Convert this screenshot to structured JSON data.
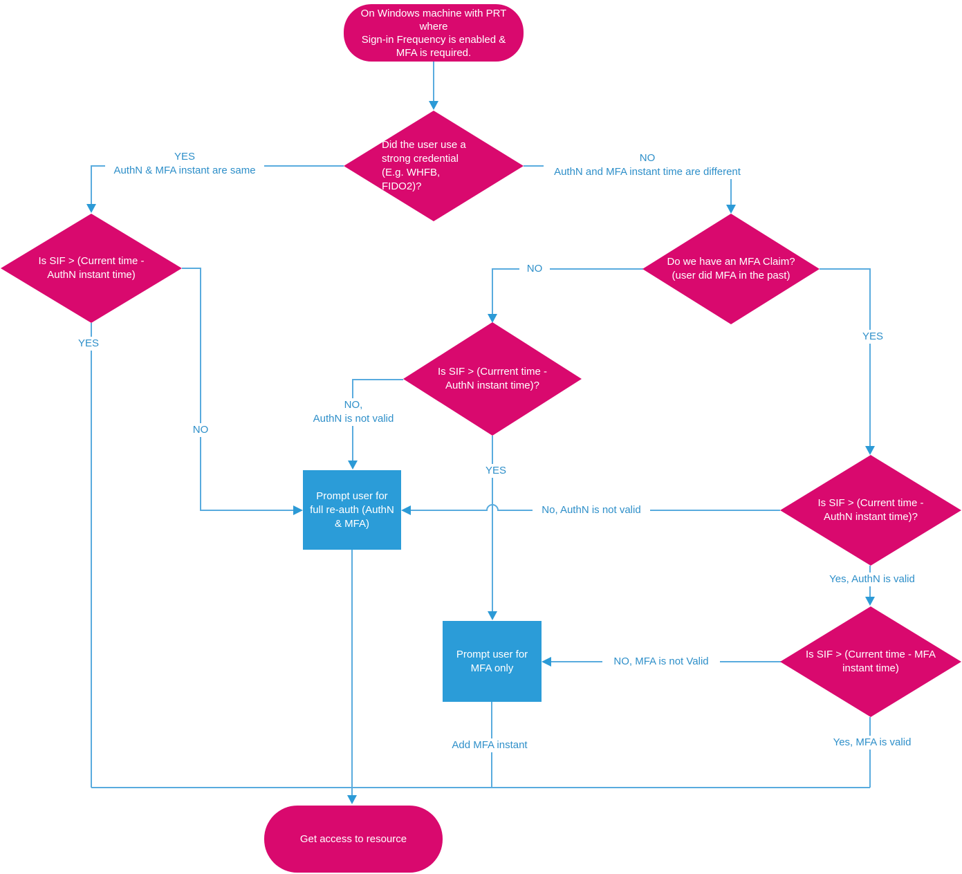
{
  "diagram_type": "flowchart",
  "colors": {
    "shape_pink": "#D9096E",
    "shape_blue": "#2B9CD8",
    "connector_blue": "#58ABDE",
    "arrow_blue": "#2C9AD6",
    "label_text_blue": "#2E8FC9",
    "shape_text": "#FFFFFF"
  },
  "nodes": {
    "start": {
      "text": "On Windows machine with PRT\nwhere\nSign-in Frequency is enabled &\nMFA is required."
    },
    "strong_credential": {
      "text": "Did the user use a\nstrong credential\n(E.g. WHFB,\nFIDO2)?"
    },
    "sif_authn_left": {
      "text": "Is SIF > (Current time -\nAuthN instant time)"
    },
    "mfa_claim": {
      "text": "Do we have an MFA Claim?\n(user did MFA in the past)"
    },
    "sif_authn_middle": {
      "text": "Is SIF > (Currrent time -\nAuthN instant time)?"
    },
    "full_reauth": {
      "text": "Prompt user for\nfull re-auth (AuthN\n& MFA)"
    },
    "sif_authn_right": {
      "text": "Is SIF > (Current time -\nAuthN instant time)?"
    },
    "sif_mfa": {
      "text": "Is SIF > (Current time - MFA\ninstant time)"
    },
    "mfa_only": {
      "text": "Prompt user for\nMFA only"
    },
    "end": {
      "text": "Get access to resource"
    }
  },
  "edge_labels": {
    "yes_same": "YES\nAuthN & MFA instant are same",
    "no_different": "NO\nAuthN and MFA instant time are different",
    "no_claim": "NO",
    "yes_claim": "YES",
    "no_authn_not_valid_mid": "NO,\nAuthN is not valid",
    "yes_mid": "YES",
    "no_left": "NO",
    "yes_left": "YES",
    "no_authn_not_valid_right": "No, AuthN is not valid",
    "yes_authn_valid": "Yes, AuthN is valid",
    "no_mfa_not_valid": "NO, MFA is not Valid",
    "yes_mfa_valid": "Yes, MFA is valid",
    "add_mfa_instant": "Add MFA instant"
  }
}
